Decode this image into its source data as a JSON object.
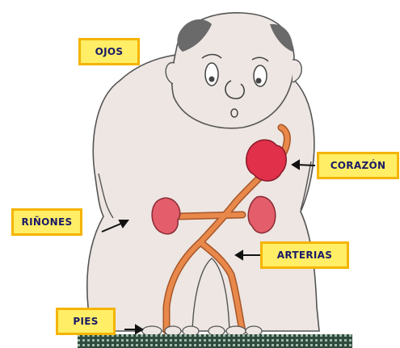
{
  "labels": {
    "ojos": "OJOS",
    "corazon": "CORAZÓN",
    "rinones": "RIÑONES",
    "arterias": "ARTERIAS",
    "pies": "PIES"
  },
  "colors": {
    "label_fill": "#ffee66",
    "label_border": "#f5b400",
    "label_text": "#1a1a66",
    "body": "#ede6e2",
    "artery": "#e8884a",
    "kidney": "#e35d6a",
    "heart": "#e0304a",
    "hair": "#6a6a6a",
    "floor": "#2f4a3e"
  }
}
